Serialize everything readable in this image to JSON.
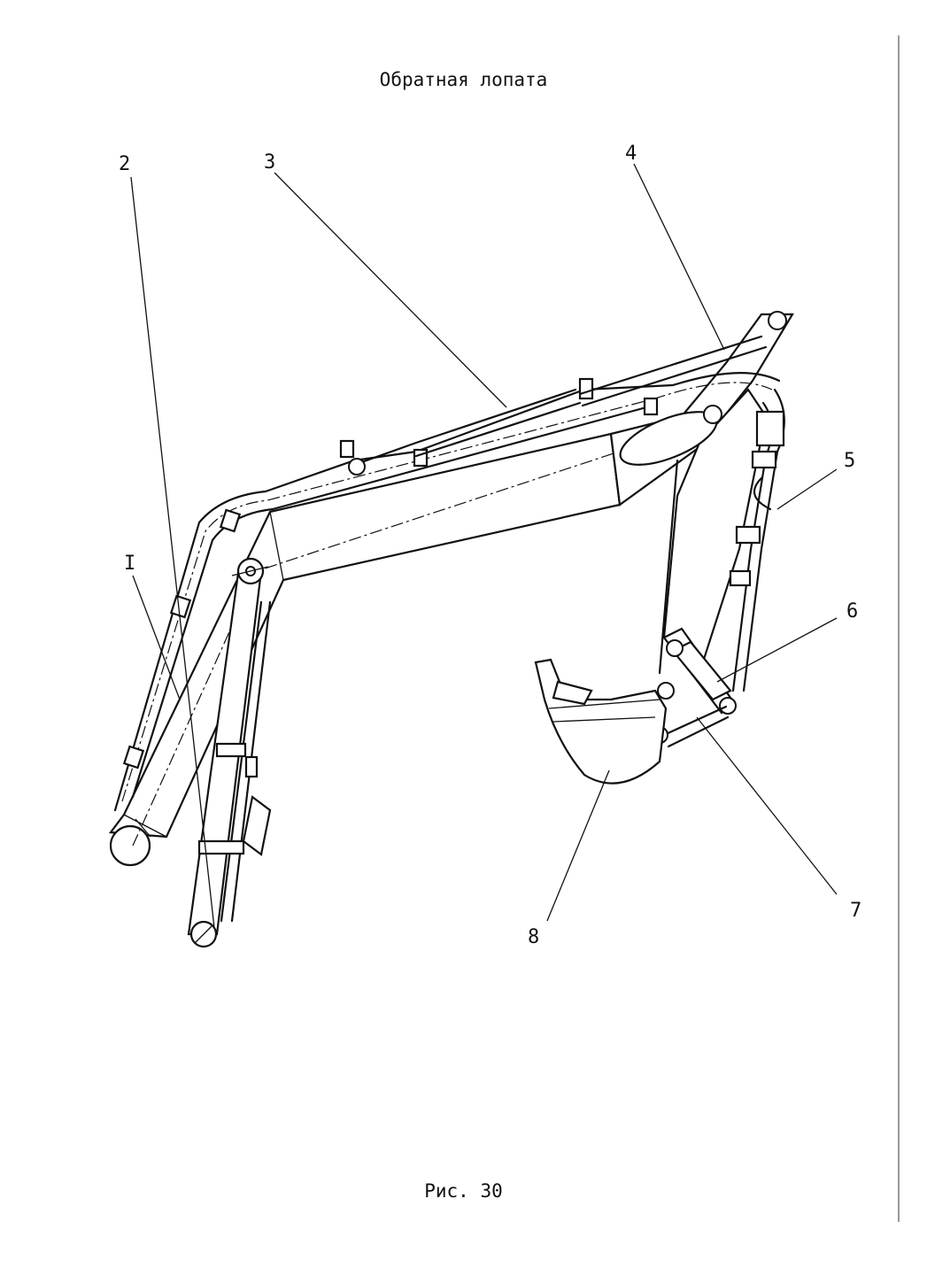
{
  "title": "Обратная лопата",
  "caption": "Рис. 30",
  "callouts": {
    "c1": "I",
    "c2": "2",
    "c3": "3",
    "c4": "4",
    "c5": "5",
    "c6": "6",
    "c7": "7",
    "c8": "8"
  }
}
